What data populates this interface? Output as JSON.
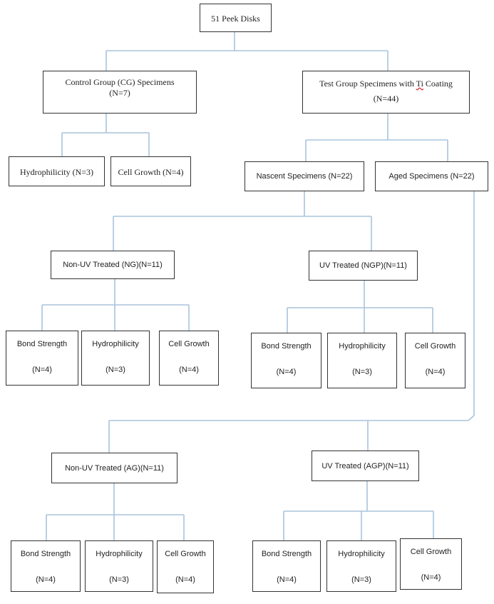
{
  "root": {
    "label": "51 Peek Disks"
  },
  "control": {
    "title": "Control Group (CG) Specimens",
    "count": "(N=7)"
  },
  "control_children": [
    {
      "label": "Hydrophilicity (N=3)"
    },
    {
      "label": "Cell Growth (N=4)"
    }
  ],
  "test": {
    "title_part1": "Test Group Specimens with ",
    "title_ti": "Ti",
    "title_part2": " Coating",
    "count": "(N=44)"
  },
  "nascent": {
    "label": "Nascent Specimens (N=22)"
  },
  "aged": {
    "label": "Aged Specimens (N=22)"
  },
  "ng": {
    "label": "Non-UV Treated (NG)(N=11)"
  },
  "ngp": {
    "label": "UV Treated (NGP)(N=11)"
  },
  "ag": {
    "label": "Non-UV Treated (AG)(N=11)"
  },
  "agp": {
    "label": "UV Treated (AGP)(N=11)"
  },
  "ng_children": [
    {
      "title": "Bond Strength",
      "count": "(N=4)"
    },
    {
      "title": "Hydrophilicity",
      "count": "(N=3)"
    },
    {
      "title": "Cell Growth",
      "count": "(N=4)"
    }
  ],
  "ngp_children": [
    {
      "title": "Bond Strength",
      "count": "(N=4)"
    },
    {
      "title": "Hydrophilicity",
      "count": "(N=3)"
    },
    {
      "title": "Cell Growth",
      "count": "(N=4)"
    }
  ],
  "ag_children": [
    {
      "title": "Bond Strength",
      "count": "(N=4)"
    },
    {
      "title": "Hydrophilicity",
      "count": "(N=3)"
    },
    {
      "title": "Cell Growth",
      "count": "(N=4)"
    }
  ],
  "agp_children": [
    {
      "title": "Bond Strength",
      "count": "(N=4)"
    },
    {
      "title": "Hydrophilicity",
      "count": "(N=3)"
    },
    {
      "title": "Cell Growth",
      "count": "(N=4)"
    }
  ],
  "colors": {
    "connector": "#a9c3dc",
    "box_border": "#333333",
    "text": "#222222"
  }
}
